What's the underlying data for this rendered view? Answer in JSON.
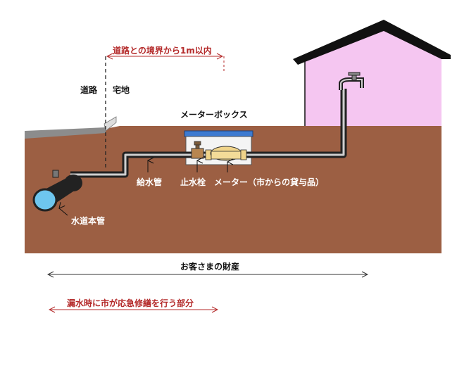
{
  "labels": {
    "boundary_range": "道路との境界から1m以内",
    "road": "道路",
    "residential_land": "宅地",
    "meter_box": "メーターボックス",
    "supply_pipe": "給水管",
    "stop_valve": "止水栓",
    "meter": "メーター（市からの貸与品）",
    "water_main": "水道本管",
    "customer_property": "お客さまの財産",
    "city_repair_section": "漏水時に市が応急修繕を行う部分"
  },
  "colors": {
    "soil": "#9c5f43",
    "road_surface": "#8c8c8c",
    "house_wall": "#f5c6f1",
    "roof": "#111111",
    "meter_box_lid": "#3d7ad0",
    "water_main_end": "#6ec6ef",
    "pipe": "#222222",
    "label_red": "#b42a2a",
    "label_dark": "#111111"
  }
}
